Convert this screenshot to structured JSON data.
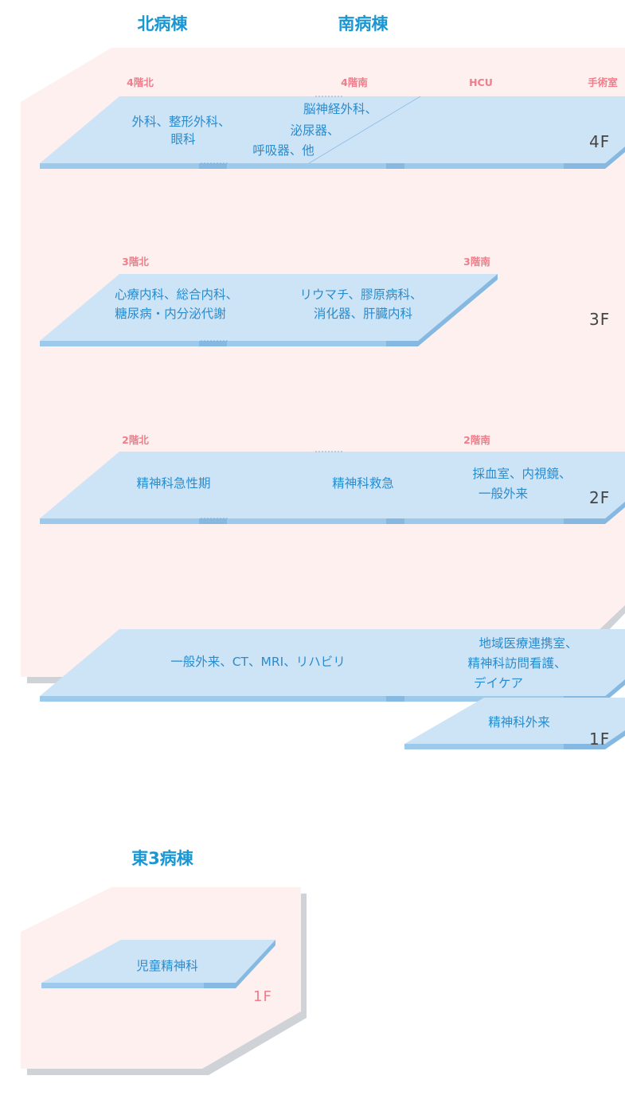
{
  "colors": {
    "title": "#1a97d3",
    "wing_label": "#ef7d8a",
    "department": "#2a8ccd",
    "floor_label": "#444444",
    "building_fill": "#fdf0ef",
    "building_shadow": "#cfd2d7",
    "slab_top": "#cde3f6",
    "slab_side": "#9dc9ea"
  },
  "headers": {
    "north": "北病棟",
    "south": "南病棟",
    "east3": "東3病棟"
  },
  "floor4": {
    "label": "4F",
    "wings": {
      "north": "4階北",
      "south": "4階南",
      "hcu": "HCU",
      "or": "手術室"
    },
    "north_dept": [
      "外科、整形外科、",
      "眼科"
    ],
    "south_dept": [
      "脳神経外科、",
      "泌尿器、",
      "呼吸器、他"
    ]
  },
  "floor3": {
    "label": "3F",
    "wings": {
      "north": "3階北",
      "south": "3階南"
    },
    "north_dept": [
      "心療内科、総合内科、",
      "糖尿病・内分泌代謝"
    ],
    "south_dept": [
      "リウマチ、膠原病科、",
      "消化器、肝臓内科"
    ]
  },
  "floor2": {
    "label": "2F",
    "wings": {
      "north": "2階北",
      "south": "2階南"
    },
    "north_dept": "精神科急性期",
    "south_dept": "精神科救急",
    "east_dept": [
      "採血室、内視鏡、",
      "一般外来"
    ]
  },
  "floor1": {
    "label": "1F",
    "main_dept": "一般外来、CT、MRI、リハビリ",
    "east_upper_dept": [
      "地域医療連携室、",
      "精神科訪問看護、",
      "デイケア"
    ],
    "east_lower_dept": "精神科外来"
  },
  "east3_floor1": {
    "label": "1F",
    "dept": "児童精神科"
  }
}
